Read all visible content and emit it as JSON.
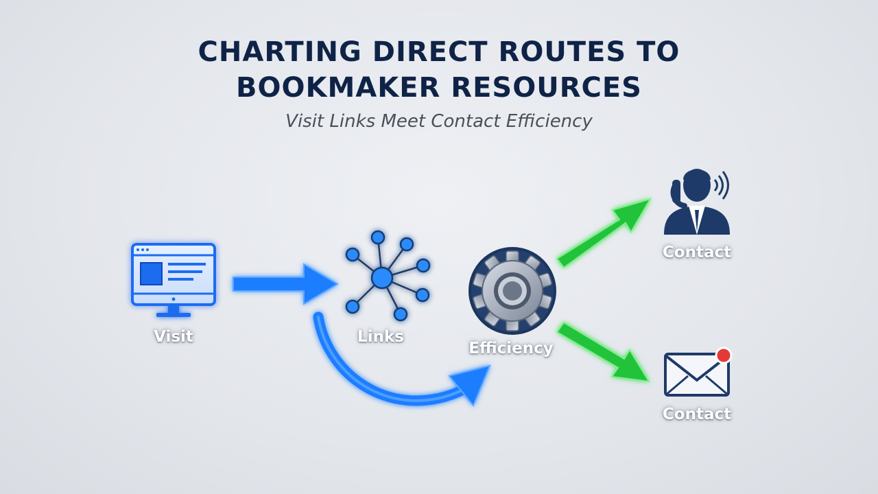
{
  "title": {
    "line1": "CHARTING DIRECT ROUTES TO",
    "line2": "BOOKMAKER RESOURCES"
  },
  "subtitle": "Visit Links Meet Contact Efficiency",
  "nodes": {
    "visit": {
      "label": "Visit",
      "icon": "computer-monitor-icon"
    },
    "links": {
      "label": "Links",
      "icon": "network-hub-icon"
    },
    "efficiency": {
      "label": "Efficiency",
      "icon": "gear-icon"
    },
    "contact_phone": {
      "label": "Contact",
      "icon": "person-phone-icon"
    },
    "contact_email": {
      "label": "Contact",
      "icon": "envelope-notification-icon"
    }
  },
  "colors": {
    "title": "#0f2347",
    "blue_arrow": "#1a7dff",
    "green_arrow": "#22c33a",
    "icon_dark": "#1e3a68",
    "notification": "#e53935"
  }
}
